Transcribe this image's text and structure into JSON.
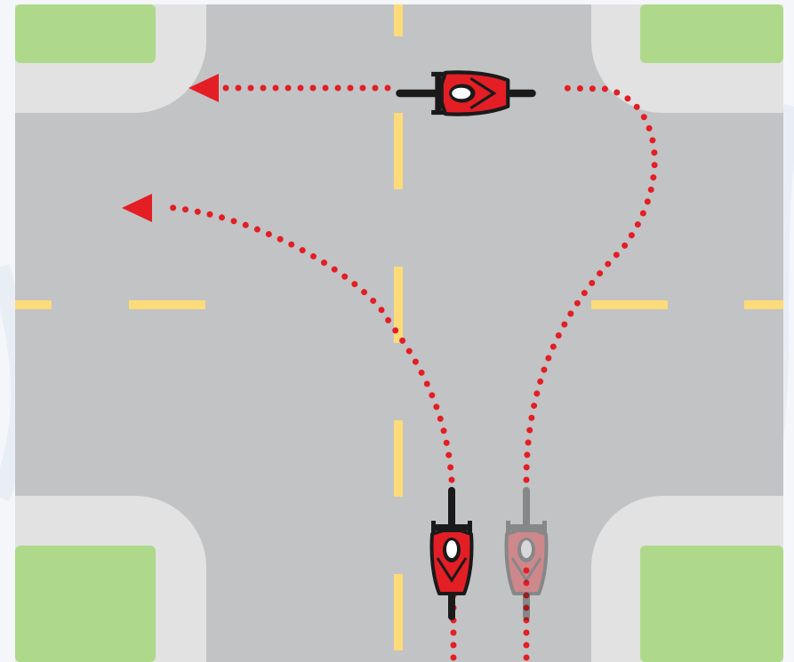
{
  "colors": {
    "background": "#f4f6fa",
    "road": "#c2c3c5",
    "sidewalk": "#e2e2e2",
    "grass": "#aed98a",
    "lane_marking": "#fedb79",
    "path": "#e31e25",
    "bike_frame": "#1a1a1a",
    "rider": "#e31e25",
    "helmet": "#ffffff",
    "ghost_opacity": "0.35"
  },
  "icons": {
    "bicycle_rider": "bicycle-rider-topdown-icon",
    "arrowhead": "arrow-left-icon"
  },
  "paths": [
    {
      "name": "direct-left-turn-path",
      "direction": "left"
    },
    {
      "name": "box-turn-path",
      "direction": "left"
    }
  ],
  "cyclists": [
    {
      "name": "cyclist-left-turn",
      "heading": "north",
      "state": "solid"
    },
    {
      "name": "cyclist-box-turn-start",
      "heading": "north",
      "state": "ghost"
    },
    {
      "name": "cyclist-box-turn-queued",
      "heading": "west",
      "state": "solid"
    }
  ]
}
